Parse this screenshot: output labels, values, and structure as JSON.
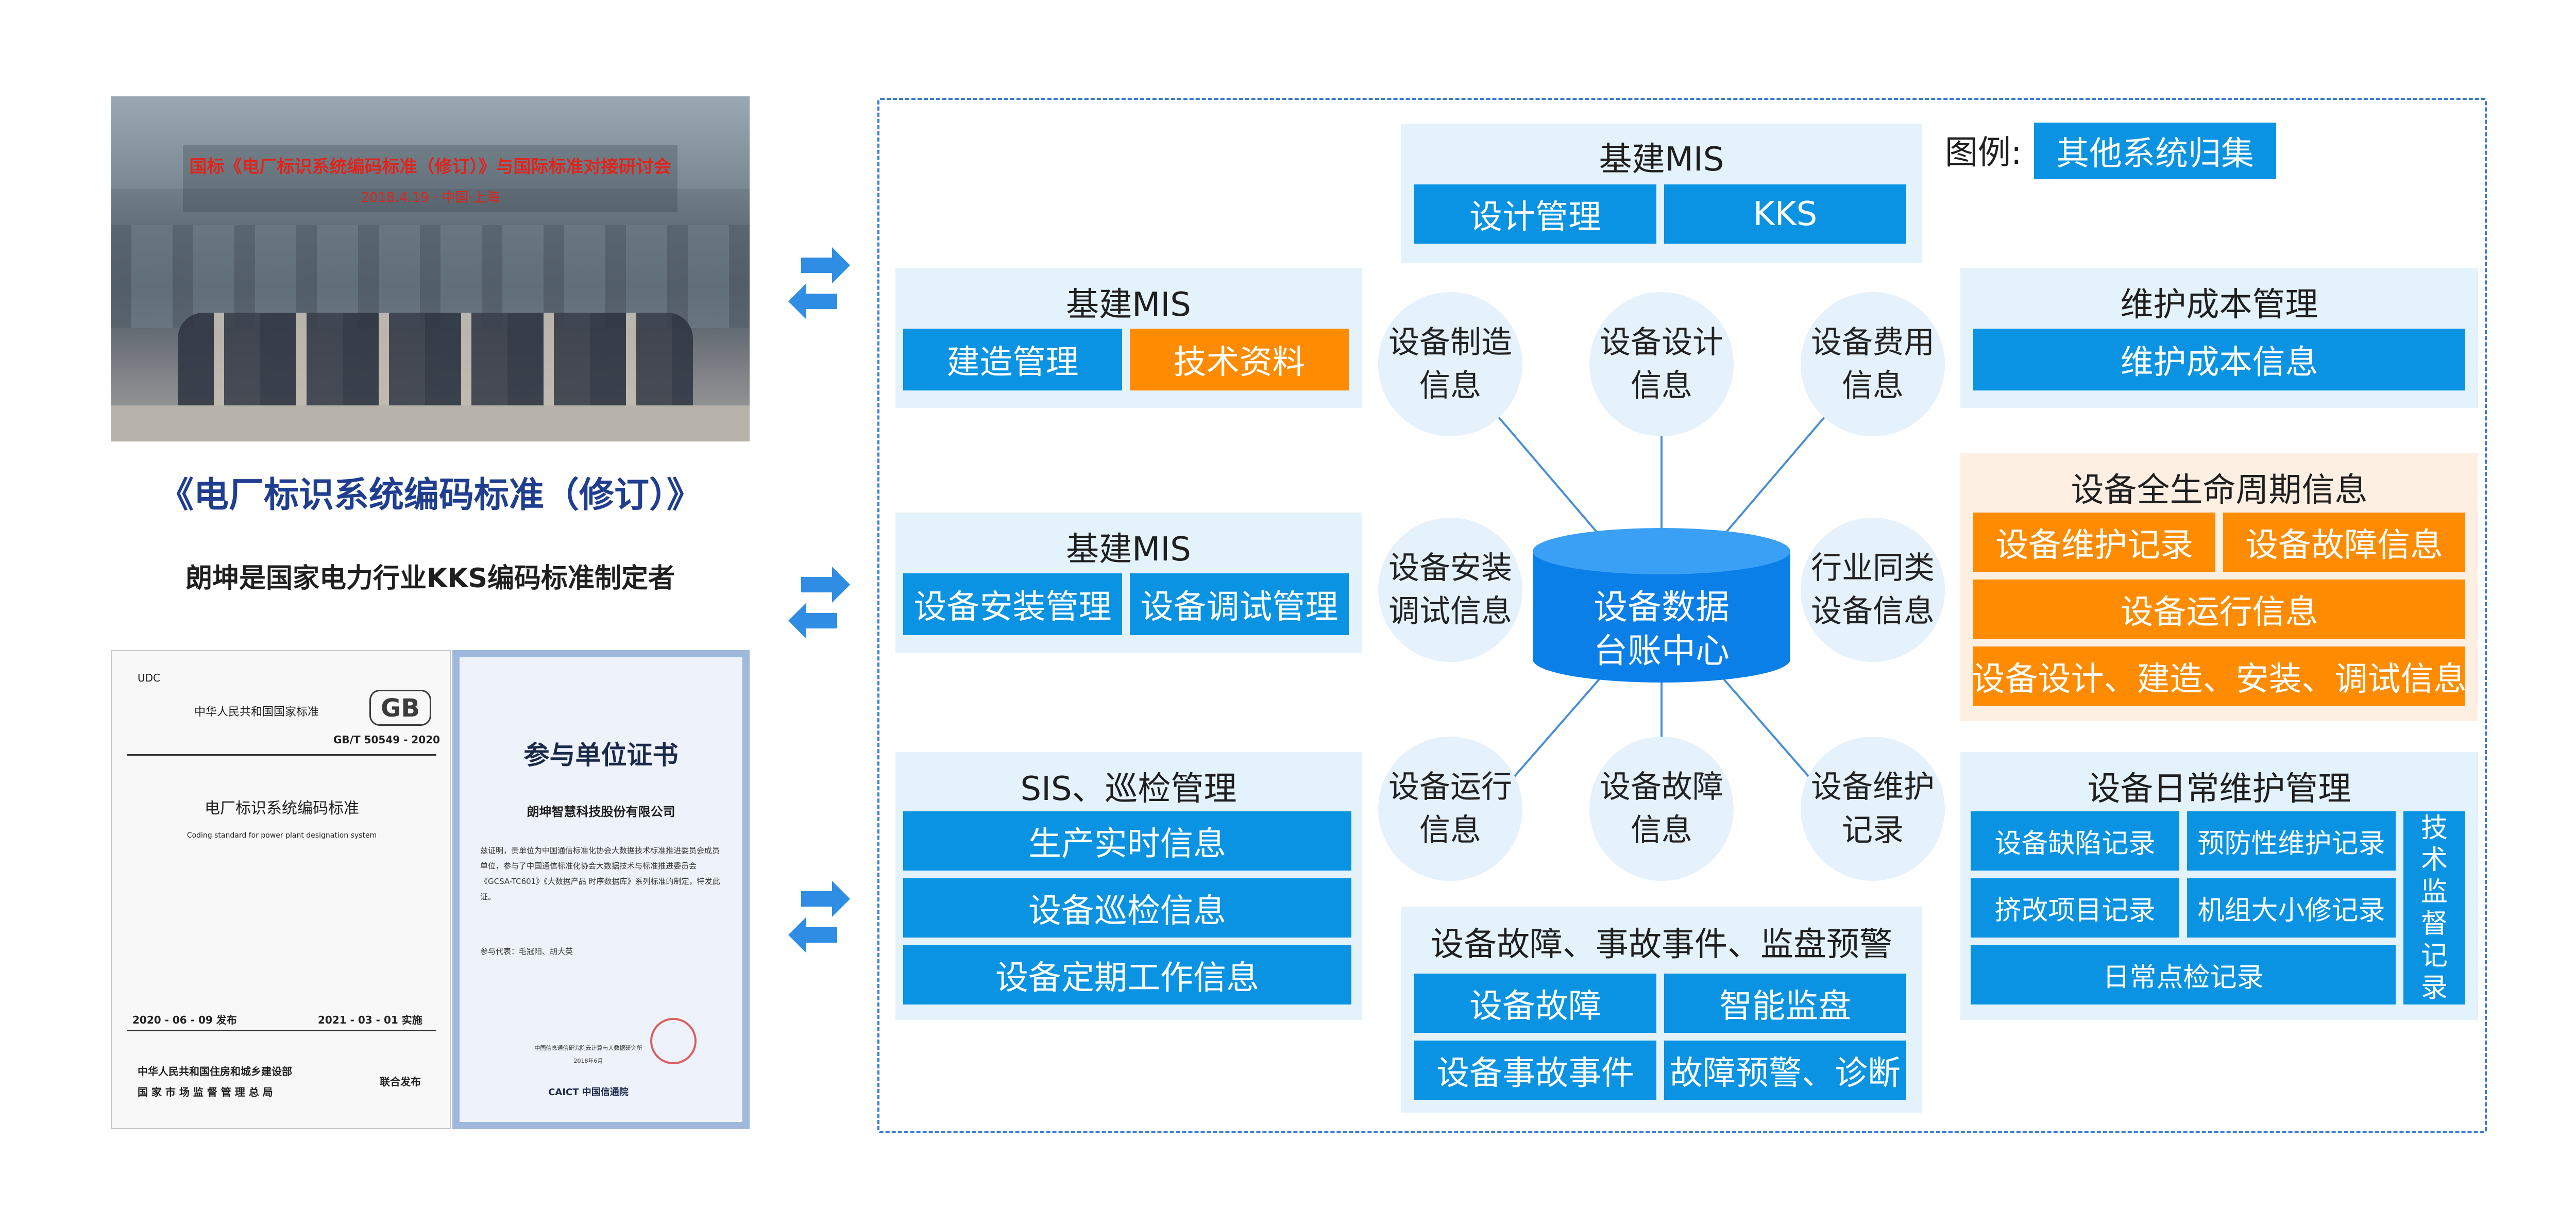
{
  "left": {
    "banner": "国标《电厂标识系统编码标准（修订）》与国际标准对接研讨会",
    "banner_date": "2018.4.19 · 中国·上海",
    "title": "《电厂标识系统编码标准（修订）》",
    "subtitle": "朗坤是国家电力行业KKS编码标准制定者",
    "doc": {
      "udc": "UDC",
      "header": "中华人民共和国国家标准",
      "gb": "GB",
      "code": "GB/T 50549 - 2020",
      "title_cn": "电厂标识系统编码标准",
      "title_en": "Coding standard for power plant designation system",
      "release": "2020 - 06 - 09  发布",
      "implement": "2021 - 03 - 01  实施",
      "issuer1": "中华人民共和国住房和城乡建设部",
      "issuer2": "国 家 市 场 监 督 管 理 总 局",
      "joint": "联合发布"
    },
    "cert": {
      "title": "参与单位证书",
      "company": "朗坤智慧科技股份有限公司",
      "body": "兹证明，贵单位为中国通信标准化协会大数据技术标准推进委员会成员单位，参与了中国通信标准化协会大数据技术与标准推进委员会《GCSA-TC601》《大数据产品 时序数据库》系列标准的制定，特发此证。",
      "signers": "参与代表：毛冠阳、胡大英",
      "issuer": "中国信息通信研究院云计算与大数据研究所",
      "date": "2018年6月",
      "logo": "CAICT 中国信通院"
    }
  },
  "legend": {
    "label": "图例:",
    "item": "其他系统归集"
  },
  "center": {
    "line1": "设备数据",
    "line2": "台账中心"
  },
  "circles": {
    "manufacture": [
      "设备制造",
      "信息"
    ],
    "design": [
      "设备设计",
      "信息"
    ],
    "cost": [
      "设备费用",
      "信息"
    ],
    "install": [
      "设备安装",
      "调试信息"
    ],
    "industry": [
      "行业同类",
      "设备信息"
    ],
    "operation": [
      "设备运行",
      "信息"
    ],
    "fault": [
      "设备故障",
      "信息"
    ],
    "maintenance": [
      "设备维护",
      "记录"
    ]
  },
  "panels": {
    "top_center": {
      "title": "基建MIS",
      "items": [
        "设计管理",
        "KKS"
      ]
    },
    "left_top": {
      "title": "基建MIS",
      "items": [
        "建造管理",
        "技术资料"
      ]
    },
    "left_mid": {
      "title": "基建MIS",
      "items": [
        "设备安装管理",
        "设备调试管理"
      ]
    },
    "left_bottom": {
      "title": "SIS、巡检管理",
      "items": [
        "生产实时信息",
        "设备巡检信息",
        "设备定期工作信息"
      ]
    },
    "right_top": {
      "title": "维护成本管理",
      "items": [
        "维护成本信息"
      ]
    },
    "right_mid": {
      "title": "设备全生命周期信息",
      "items": [
        "设备维护记录",
        "设备故障信息",
        "设备运行信息",
        "设备设计、建造、安装、调试信息"
      ]
    },
    "right_bottom": {
      "title": "设备日常维护管理",
      "items": [
        "设备缺陷记录",
        "预防性维护记录",
        "挤改项目记录",
        "机组大小修记录",
        "日常点检记录",
        "技术监督记录"
      ]
    },
    "bottom_center": {
      "title": "设备故障、事故事件、监盘预警",
      "items": [
        "设备故障",
        "智能监盘",
        "设备事故事件",
        "故障预警、诊断"
      ]
    }
  },
  "colors": {
    "accent_blue": "#0a93e2",
    "accent_orange": "#ff8c00",
    "panel_bg": "#e4f2fb",
    "frame": "#3a7bd5"
  }
}
